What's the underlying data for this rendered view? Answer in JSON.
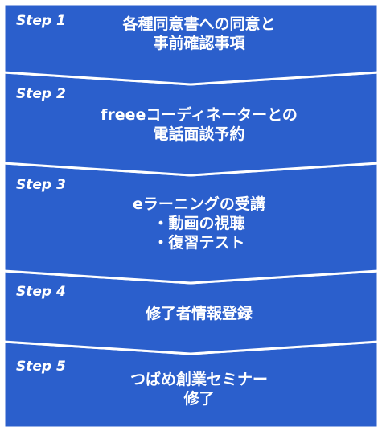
{
  "colors": {
    "box_fill": "#2b5fcc",
    "border": "#ffffff",
    "text": "#ffffff"
  },
  "steps": [
    {
      "label": "Step 1",
      "lines": [
        "各種同意書への同意と",
        "事前確認事項"
      ]
    },
    {
      "label": "Step 2",
      "lines": [
        "freeeコーディネーターとの",
        "電話面談予約"
      ]
    },
    {
      "label": "Step 3",
      "lines": [
        "eラーニングの受講",
        "・動画の視聴",
        "・復習テスト"
      ]
    },
    {
      "label": "Step 4",
      "lines": [
        "修了者情報登録"
      ]
    },
    {
      "label": "Step 5",
      "lines": [
        "つばめ創業セミナー",
        "修了"
      ]
    }
  ]
}
